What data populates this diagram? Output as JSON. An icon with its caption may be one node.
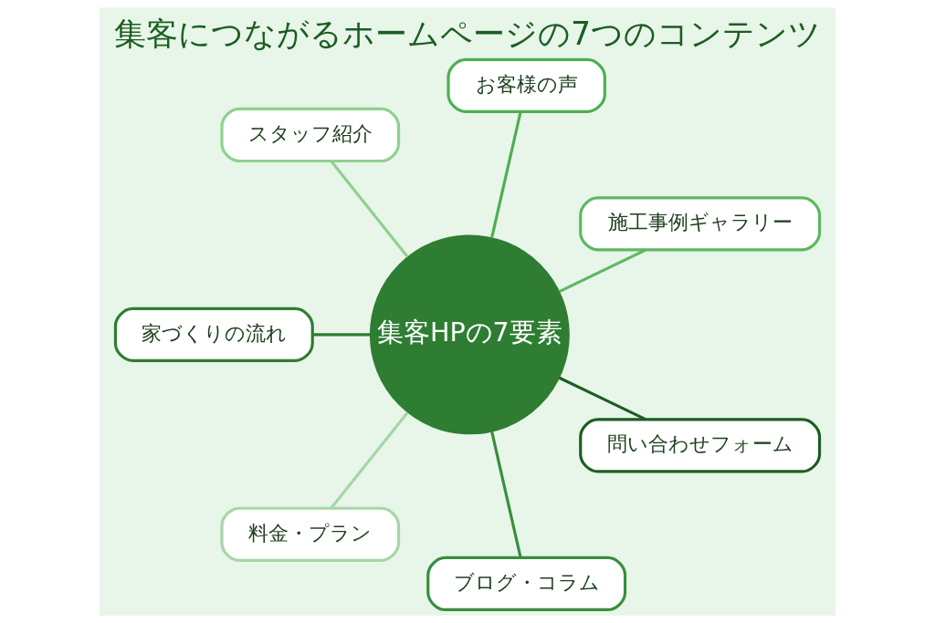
{
  "diagram": {
    "title": "集客につながるホームページの7つのコンテンツ",
    "nodes": [
      {
        "text": [
          "集客HPの7要素"
        ]
      },
      {
        "text": [
          "施工事例ギャラリー"
        ]
      },
      {
        "text": [
          "お客様の声"
        ]
      },
      {
        "text": [
          "スタッフ紹介"
        ]
      },
      {
        "text": [
          "家づくりの流れ"
        ]
      },
      {
        "text": [
          "料金・プラン"
        ]
      },
      {
        "text": [
          "ブログ・コラム"
        ]
      },
      {
        "text": [
          "問い合わせフォーム"
        ]
      }
    ],
    "edges": [
      {
        "from": 0,
        "to": 1,
        "arrow": "none",
        "color": "#5cb860"
      },
      {
        "from": 0,
        "to": 2,
        "arrow": "none",
        "color": "#4caf50"
      },
      {
        "from": 0,
        "to": 3,
        "arrow": "none",
        "color": "#8fd08f"
      },
      {
        "from": 0,
        "to": 4,
        "arrow": "none",
        "color": "#2e7d32"
      },
      {
        "from": 0,
        "to": 5,
        "arrow": "none",
        "color": "#a5d6a7"
      },
      {
        "from": 0,
        "to": 6,
        "arrow": "none",
        "color": "#388e3c"
      },
      {
        "from": 0,
        "to": 7,
        "arrow": "none",
        "color": "#1b5e20"
      }
    ]
  }
}
